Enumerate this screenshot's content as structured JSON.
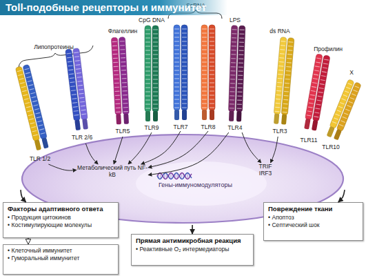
{
  "diagram": {
    "title": "Toll-подобные рецепторы и иммунитет",
    "nodes": [
      {
        "text": [
          "TLR 1/2"
        ]
      },
      {
        "text": [
          "TLR 2/6"
        ]
      },
      {
        "text": [
          "Флагеллин",
          "TLR5"
        ]
      },
      {
        "text": [
          "CpG DNA",
          "TLR9"
        ]
      },
      {
        "text": [
          "TLR7"
        ]
      },
      {
        "text": [
          "TLR8"
        ]
      },
      {
        "text": [
          "LPS",
          "TLR4"
        ]
      },
      {
        "text": [
          "ds RNA",
          "TLR3"
        ]
      },
      {
        "text": [
          "Профилин",
          "TLR11"
        ]
      },
      {
        "text": [
          "X",
          "TLR10"
        ]
      },
      {
        "text": [
          "Гены-иммуномодуляторы"
        ]
      },
      {
        "text": [
          "Метаболический путь NF-kB"
        ],
        "in": 10
      },
      {
        "text": [
          "TRIF IRF3"
        ],
        "in": 10
      },
      {
        "text": [
          "Факторы адаптивного ответа",
          "• Продукция цитокинов",
          "• Костимулирующие молекулы"
        ]
      },
      {
        "text": [
          "• Клеточный иммунитет",
          "• Гуморальный иммунитет"
        ]
      },
      {
        "text": [
          "Прямая антимикробная реакция",
          "• Реактивные O₂ интермедиаторы"
        ]
      },
      {
        "text": [
          "Повреждение ткани",
          "• Апоптоз",
          "• Септический шок"
        ]
      }
    ],
    "edges": [
      {
        "from": 0,
        "to": 11,
        "arrow": "to"
      },
      {
        "from": 1,
        "to": 11,
        "arrow": "to"
      },
      {
        "from": 2,
        "to": 11,
        "arrow": "to"
      },
      {
        "from": 3,
        "to": 11,
        "arrow": "to"
      },
      {
        "from": 4,
        "to": 11,
        "arrow": "to"
      },
      {
        "from": 5,
        "to": 11,
        "arrow": "to"
      },
      {
        "from": 6,
        "to": 11,
        "arrow": "to"
      },
      {
        "from": 6,
        "to": 12,
        "arrow": "to"
      },
      {
        "from": 7,
        "to": 12,
        "arrow": "to"
      },
      {
        "from": 10,
        "to": 13,
        "arrow": "to"
      },
      {
        "from": 10,
        "to": 15,
        "arrow": "to"
      },
      {
        "from": 10,
        "to": 16,
        "arrow": "to"
      },
      {
        "from": 13,
        "to": 14,
        "arrow": "to"
      }
    ],
    "labels": [
      "Липопротеины",
      "SsRNA"
    ]
  }
}
